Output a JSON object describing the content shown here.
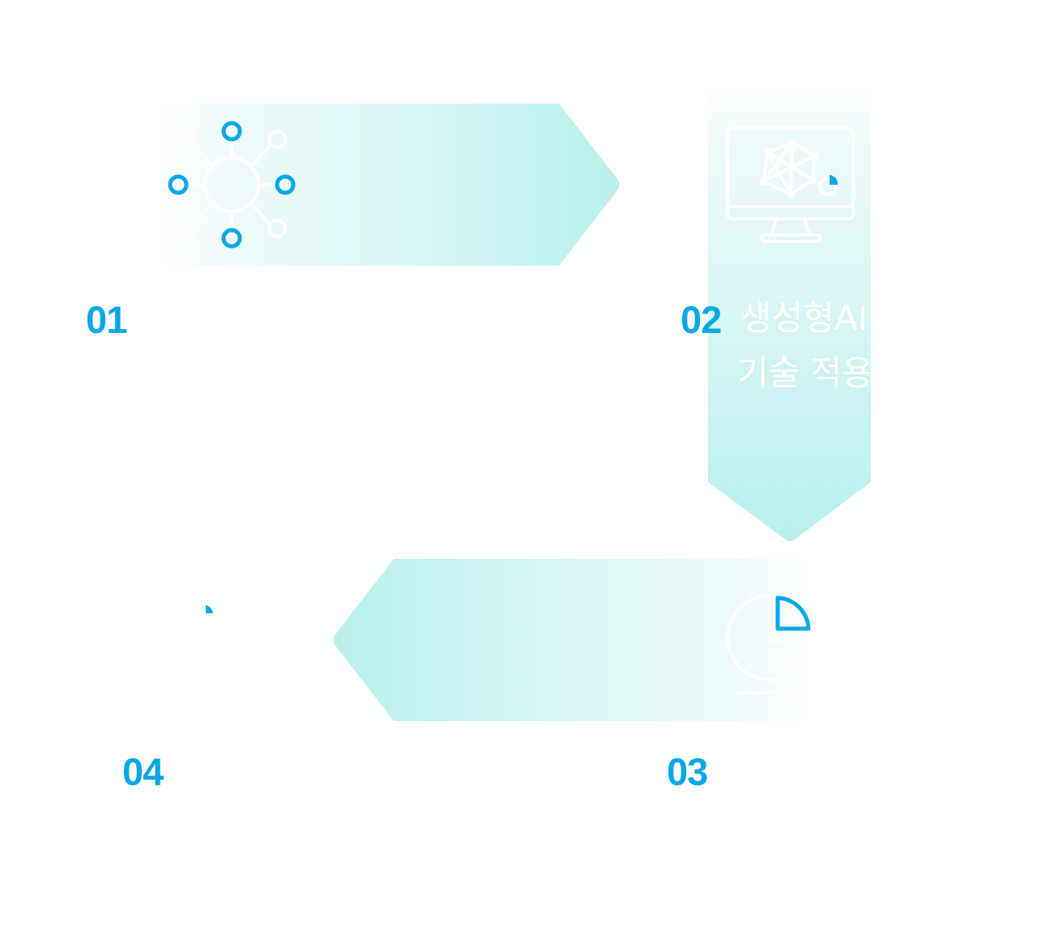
{
  "colors": {
    "accent": "#0aa7e6",
    "arrow_gradient_light": "#ffffff",
    "arrow_gradient_dark": "#b7efec",
    "white_line": "#ffffff"
  },
  "steps": [
    {
      "number": "01",
      "icon": "network-hub-icon",
      "text_line1": "",
      "text_line2": ""
    },
    {
      "number": "02",
      "icon": "monitor-ai-network-icon",
      "text_line1": "생성형AI",
      "text_line2": "기술 적용"
    },
    {
      "number": "03",
      "icon": "pie-chart-icon",
      "text_line1": "",
      "text_line2": ""
    },
    {
      "number": "04",
      "icon": "pie-chart-small-icon",
      "text_line1": "",
      "text_line2": ""
    }
  ]
}
